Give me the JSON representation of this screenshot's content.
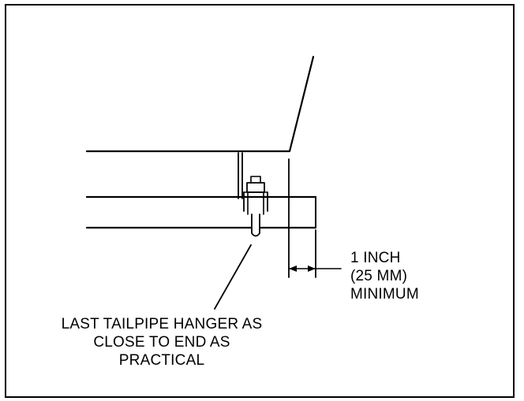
{
  "dimension_label": {
    "line1": "1 INCH",
    "line2": "(25 MM)",
    "line3": "MINIMUM"
  },
  "hanger_label": {
    "line1": "LAST TAILPIPE HANGER AS",
    "line2": "CLOSE TO END AS",
    "line3": "PRACTICAL"
  }
}
